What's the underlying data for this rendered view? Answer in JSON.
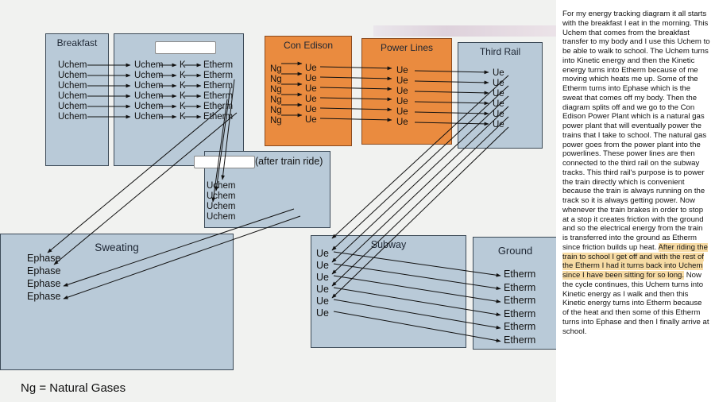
{
  "diagram": {
    "legend": "Ng = Natural Gases",
    "boxes": {
      "breakfast": {
        "title": "Breakfast",
        "items": [
          "Uchem",
          "Uchem",
          "Uchem",
          "Uchem",
          "Uchem",
          "Uchem"
        ]
      },
      "walk": {
        "rows": [
          [
            "Uchem",
            "K",
            "Etherm"
          ],
          [
            "Uchem",
            "K",
            "Etherm"
          ],
          [
            "Uchem",
            "K",
            "Etherm"
          ],
          [
            "Uchem",
            "K",
            "Etherm"
          ],
          [
            "Uchem",
            "K",
            "Etherm"
          ],
          [
            "Uchem",
            "K",
            "Etherm"
          ]
        ]
      },
      "con_edison": {
        "title": "Con Edison",
        "ng": [
          "Ng",
          "Ng",
          "Ng",
          "Ng",
          "Ng",
          "Ng"
        ],
        "ue": [
          "Ue",
          "Ue",
          "Ue",
          "Ue",
          "Ue",
          "Ue"
        ]
      },
      "power_lines": {
        "title": "Power Lines",
        "items": [
          "Ue",
          "Ue",
          "Ue",
          "Ue",
          "Ue",
          "Ue"
        ]
      },
      "third_rail": {
        "title": "Third Rail",
        "items": [
          "Ue",
          "Ue",
          "Ue",
          "Ue",
          "Ue",
          "Ue"
        ]
      },
      "after_train": {
        "title": "(after train ride)",
        "items": [
          "Uchem",
          "Uchem",
          "Uchem",
          "Uchem"
        ]
      },
      "sweating": {
        "title": "Sweating",
        "items": [
          "Ephase",
          "Ephase",
          "Ephase",
          "Ephase"
        ]
      },
      "subway": {
        "title": "Subway",
        "items": [
          "Ue",
          "Ue",
          "Ue",
          "Ue",
          "Ue",
          "Ue"
        ]
      },
      "ground": {
        "title": "Ground",
        "items": [
          "Etherm",
          "Etherm",
          "Etherm",
          "Etherm",
          "Etherm",
          "Etherm"
        ]
      }
    }
  },
  "narrative": {
    "before": "For my energy tracking diagram it all starts with the breakfast I eat in the morning. This Uchem that comes from the breakfast transfer to my body and I use this Uchem to be able to walk to school. The Uchem turns into Kinetic energy and then the Kinetic energy turns into Etherm because of me moving which heats me up. Some of the Etherm turns into Ephase which is the sweat that comes off my body. Then the diagram splits off and we go to the Con Edison Power Plant which is a natural gas power plant that will eventually power the trains that I take to school. The natural gas power goes from the power plant into the powerlines. These power lines are then connected to the third rail on the subway tracks. This third rail's purpose is to power the train directly which is convenient because the train is always running on the track so it is always getting power. Now whenever the train brakes in order to stop at a stop it creates friction with the ground and so the electrical energy from the train is transferred into the ground as Etherm since friction builds up heat.",
    "highlight": "After riding the train to school I get off and with the rest of the Etherm I had it turns back into Uchem since I have been sitting for so long.",
    "after": "Now the cycle continues, this Uchem turns into Kinetic energy as I walk and then this Kinetic energy turns into Etherm because of the heat and then some of this Etherm turns into Ephase and then I finally arrive at school."
  }
}
